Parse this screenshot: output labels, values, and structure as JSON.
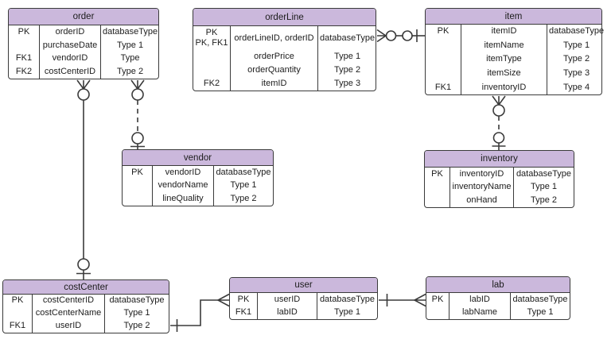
{
  "diagram": {
    "title": "entity-relationship-diagram",
    "colors": {
      "header_fill": "#cbb8dc",
      "border": "#3a3a3a",
      "text": "#1c1c1c",
      "background": "#ffffff"
    },
    "tables": [
      {
        "title": "order",
        "rows": [
          {
            "key": "PK",
            "field": "orderID",
            "type": "databaseType"
          },
          {
            "key": "",
            "field": "purchaseDate",
            "type": "Type 1"
          },
          {
            "key": "FK1",
            "field": "vendorID",
            "type": "Type"
          },
          {
            "key": "FK2",
            "field": "costCenterID",
            "type": "Type 2"
          }
        ]
      },
      {
        "title": "orderLine",
        "rows": [
          {
            "key": "PK\nPK, FK1",
            "field": "orderLineID, orderID",
            "type": "databaseType"
          },
          {
            "key": "",
            "field": "orderPrice",
            "type": "Type 1"
          },
          {
            "key": "",
            "field": "orderQuantity",
            "type": "Type 2"
          },
          {
            "key": "FK2",
            "field": "itemID",
            "type": "Type 3"
          }
        ]
      },
      {
        "title": "item",
        "rows": [
          {
            "key": "PK",
            "field": "itemID",
            "type": "databaseType"
          },
          {
            "key": "",
            "field": "itemName",
            "type": "Type 1"
          },
          {
            "key": "",
            "field": "itemType",
            "type": "Type 2"
          },
          {
            "key": "",
            "field": "itemSize",
            "type": "Type 3"
          },
          {
            "key": "FK1",
            "field": "inventoryID",
            "type": "Type 4"
          }
        ]
      },
      {
        "title": "vendor",
        "rows": [
          {
            "key": "PK",
            "field": "vendorID",
            "type": "databaseType"
          },
          {
            "key": "",
            "field": "vendorName",
            "type": "Type 1"
          },
          {
            "key": "",
            "field": "lineQuality",
            "type": "Type 2"
          }
        ]
      },
      {
        "title": "inventory",
        "rows": [
          {
            "key": "PK",
            "field": "inventoryID",
            "type": "databaseType"
          },
          {
            "key": "",
            "field": "inventoryName",
            "type": "Type 1"
          },
          {
            "key": "",
            "field": "onHand",
            "type": "Type 2"
          }
        ]
      },
      {
        "title": "costCenter",
        "rows": [
          {
            "key": "PK",
            "field": "costCenterID",
            "type": "databaseType"
          },
          {
            "key": "",
            "field": "costCenterName",
            "type": "Type 1"
          },
          {
            "key": "FK1",
            "field": "userID",
            "type": "Type 2"
          }
        ]
      },
      {
        "title": "user",
        "rows": [
          {
            "key": "PK",
            "field": "userID",
            "type": "databaseType"
          },
          {
            "key": "FK1",
            "field": "labID",
            "type": "Type 1"
          }
        ]
      },
      {
        "title": "lab",
        "rows": [
          {
            "key": "PK",
            "field": "labID",
            "type": "databaseType"
          },
          {
            "key": "",
            "field": "labName",
            "type": "Type 1"
          }
        ]
      }
    ],
    "relationships": [
      {
        "from": "order",
        "to": "costCenter",
        "from_end": "zero-or-many",
        "to_end": "zero-or-one",
        "line": "solid"
      },
      {
        "from": "order",
        "to": "vendor",
        "from_end": "zero-or-many",
        "to_end": "zero-or-one",
        "line": "dashed"
      },
      {
        "from": "orderLine",
        "to": "item",
        "from_end": "zero-or-many",
        "to_end": "zero-or-one",
        "line": "solid"
      },
      {
        "from": "item",
        "to": "inventory",
        "from_end": "zero-or-many",
        "to_end": "zero-or-one",
        "line": "dashed"
      },
      {
        "from": "costCenter",
        "to": "user",
        "from_end": "one",
        "to_end": "many",
        "line": "solid"
      },
      {
        "from": "user",
        "to": "lab",
        "from_end": "one",
        "to_end": "many",
        "line": "solid"
      }
    ]
  }
}
